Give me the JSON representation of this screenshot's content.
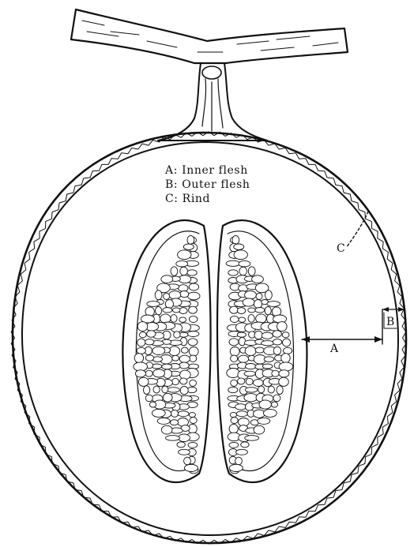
{
  "diagram": {
    "legend": [
      {
        "key": "A",
        "text": "A: Inner flesh"
      },
      {
        "key": "B",
        "text": "B: Outer flesh"
      },
      {
        "key": "C",
        "text": "C: Rind"
      }
    ],
    "callouts": {
      "a": "A",
      "b": "B",
      "c": "C"
    }
  }
}
